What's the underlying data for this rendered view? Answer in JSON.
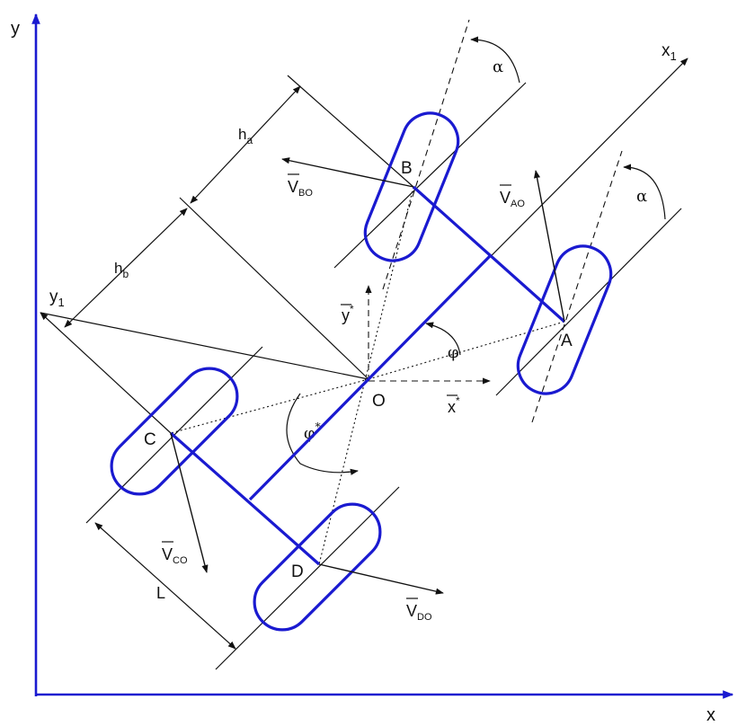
{
  "colors": {
    "frame": "#1a1ad0",
    "ink": "#111111",
    "background": "#ffffff"
  },
  "axes": {
    "x": "x",
    "y": "y",
    "x1": "x",
    "x1_sub": "1",
    "y1": "y",
    "y1_sub": "1"
  },
  "points": {
    "A": "A",
    "B": "B",
    "C": "C",
    "D": "D",
    "O": "O"
  },
  "angles": {
    "alpha_top": "α",
    "alpha_right": "α",
    "phi": "φ",
    "phi_star": "φ",
    "phi_star_sup": "*"
  },
  "dims": {
    "ha": "h",
    "ha_sub": "a",
    "hb": "h",
    "hb_sub": "b",
    "L": "L"
  },
  "velocities": {
    "VBO": "V",
    "VBO_sub": "BO",
    "VAO": "V",
    "VAO_sub": "AO",
    "VCO": "V",
    "VCO_sub": "CO",
    "VDO": "V",
    "VDO_sub": "DO"
  },
  "star_axes": {
    "x": "x",
    "x_sup": "*",
    "y": "y",
    "y_sup": "*"
  }
}
